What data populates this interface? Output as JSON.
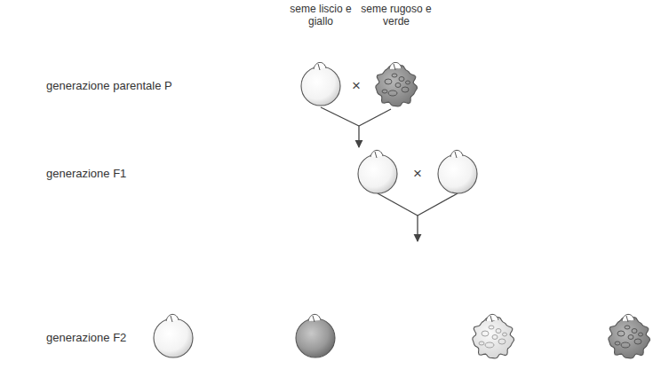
{
  "diagram": {
    "nodes": [
      {
        "text": [
          "seme liscio e giallo"
        ]
      },
      {
        "text": [
          "seme rugoso e verde"
        ]
      }
    ],
    "labels": [
      "generazione parentale P",
      "×",
      "generazione F1",
      "×",
      "generazione F2"
    ]
  }
}
